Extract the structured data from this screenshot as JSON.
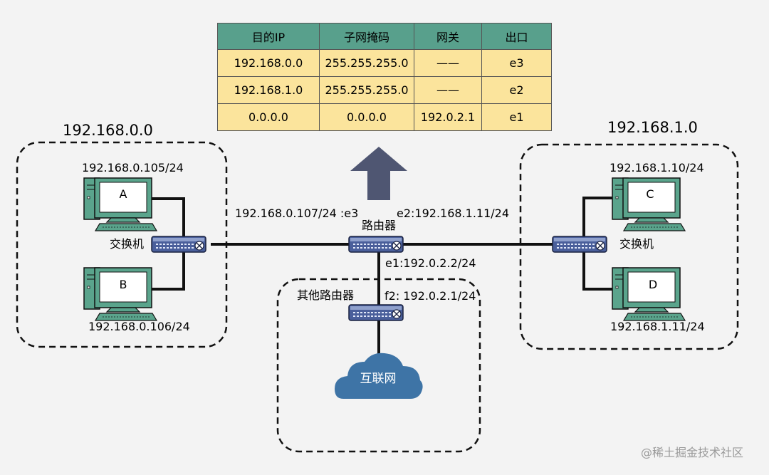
{
  "routing_table": {
    "headers": [
      "目的IP",
      "子网掩码",
      "网关",
      "出口"
    ],
    "rows": [
      [
        "192.168.0.0",
        "255.255.255.0",
        "——",
        "e3"
      ],
      [
        "192.168.1.0",
        "255.255.255.0",
        "——",
        "e2"
      ],
      [
        "0.0.0.0",
        "0.0.0.0",
        "192.0.2.1",
        "e1"
      ]
    ]
  },
  "left_network": {
    "subnet": "192.168.0.0",
    "switch_label": "交换机",
    "hosts": [
      {
        "name": "A",
        "ip": "192.168.0.105/24"
      },
      {
        "name": "B",
        "ip": "192.168.0.106/24"
      }
    ]
  },
  "right_network": {
    "subnet": "192.168.1.0",
    "switch_label": "交换机",
    "hosts": [
      {
        "name": "C",
        "ip": "192.168.1.10/24"
      },
      {
        "name": "D",
        "ip": "192.168.1.11/24"
      }
    ]
  },
  "router": {
    "label": "路由器",
    "e3": "192.168.0.107/24 :e3",
    "e2": "e2:192.168.1.11/24",
    "e1": "e1:192.0.2.2/24"
  },
  "other_router": {
    "label": "其他路由器",
    "f2": "f2: 192.0.2.1/24"
  },
  "internet": {
    "label": "互联网"
  },
  "watermark": "@稀土掘金技术社区",
  "colors": {
    "table_header": "#58a08c",
    "table_cell": "#fbe49c",
    "arrow": "#4f5672",
    "cloud": "#3e74a6",
    "device": "#4a5f9b",
    "computer": "#5aa48c"
  },
  "icons": [
    "arrow-up-icon",
    "computer-icon",
    "switch-icon",
    "router-icon",
    "cloud-icon"
  ]
}
